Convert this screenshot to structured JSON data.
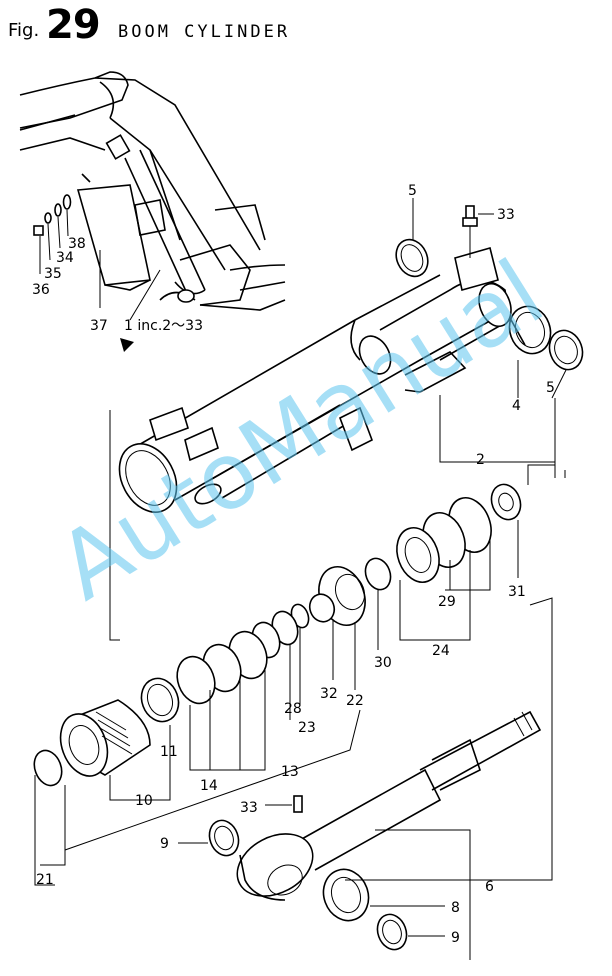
{
  "header": {
    "fig_label": "Fig.",
    "fig_number": "29",
    "title": "BOOM CYLINDER"
  },
  "watermark": "AutoManual",
  "callouts": {
    "c5a": "5",
    "c33a": "33",
    "c4": "4",
    "c5b": "5",
    "c2": "2",
    "c38": "38",
    "c34": "34",
    "c35": "35",
    "c36": "36",
    "c37": "37",
    "c1inc": "1 inc.2～33",
    "c31": "31",
    "c29": "29",
    "c24": "24",
    "c30": "30",
    "c22": "22",
    "c32": "32",
    "c28": "28",
    "c23": "23",
    "c11": "11",
    "c14": "14",
    "c10": "10",
    "c13": "13",
    "c21": "21",
    "c33b": "33",
    "c9a": "9",
    "c6": "6",
    "c8": "8",
    "c9b": "9"
  }
}
